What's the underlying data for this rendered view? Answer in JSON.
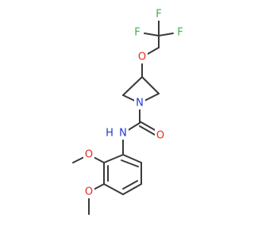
{
  "atoms": {
    "f_top": {
      "text": "F",
      "color": "#3cb44b"
    },
    "f_left": {
      "text": "F",
      "color": "#3cb44b"
    },
    "f_right": {
      "text": "F",
      "color": "#3cb44b"
    },
    "o_ether": {
      "text": "O",
      "color": "#e8281e"
    },
    "n_ring": {
      "text": "N",
      "color": "#2336d8"
    },
    "o_carbonyl": {
      "text": "O",
      "color": "#e8281e"
    },
    "nh_amide": {
      "text": "N",
      "color": "#2336d8"
    },
    "h_amide": {
      "text": "H",
      "color": "#2336d8"
    },
    "o_methoxy_top": {
      "text": "O",
      "color": "#e8281e"
    },
    "o_methoxy_bottom": {
      "text": "O",
      "color": "#e8281e"
    }
  },
  "colors": {
    "bond": "#3a3a3a"
  }
}
